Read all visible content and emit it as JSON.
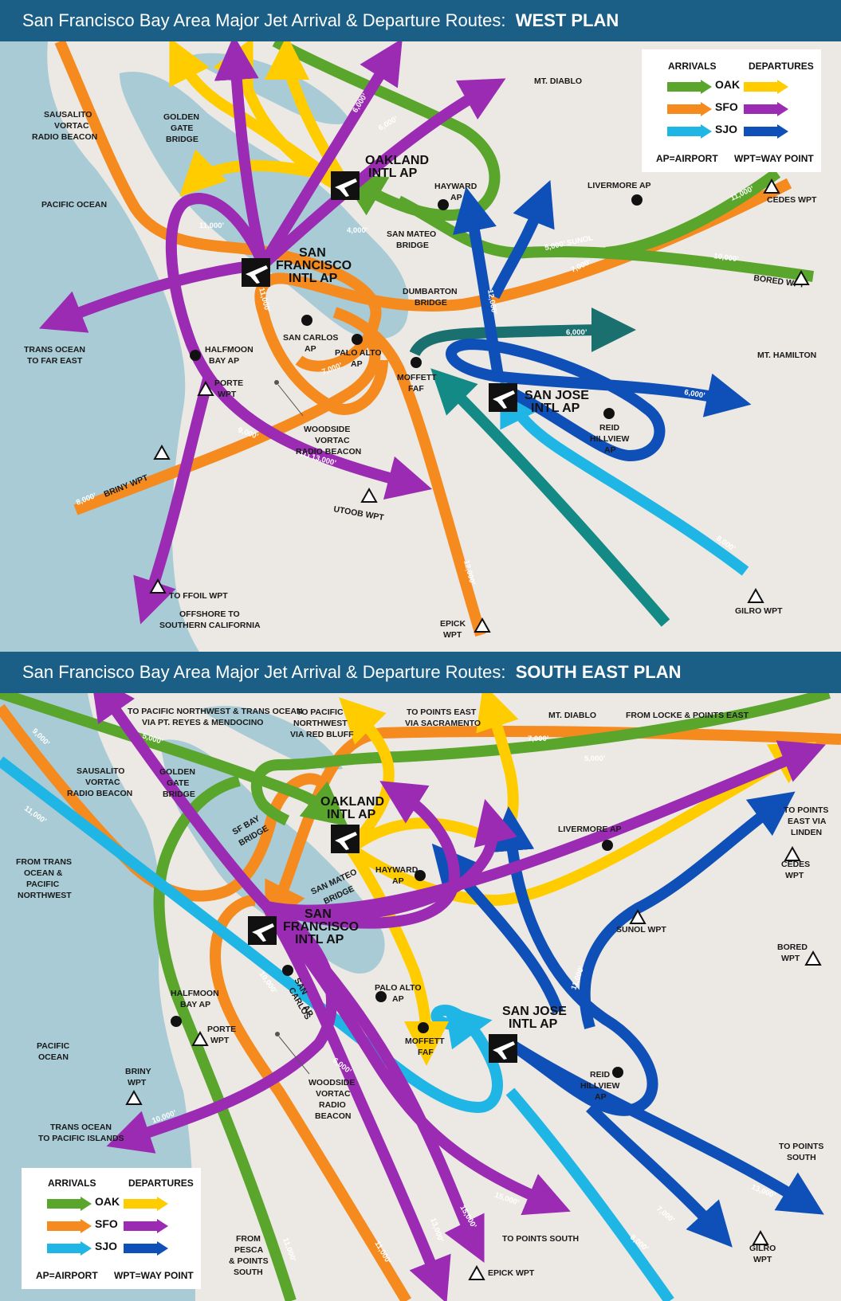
{
  "colors": {
    "oak_arrival": "#5aa52c",
    "oak_departure": "#ffcc00",
    "sfo_arrival": "#f58a1f",
    "sfo_departure": "#9b2bb3",
    "sjo_arrival": "#1fb6e6",
    "sjo_departure": "#0f4fb8",
    "teal": "#138a86",
    "dark_teal": "#1a6f6f",
    "land": "#ece9e4",
    "water": "#a8cbd6",
    "title_bar": "#1b5f86"
  },
  "west": {
    "title_prefix": "San Francisco Bay Area Major Jet Arrival & Departure Routes:",
    "title_plan": "WEST PLAN",
    "legend": {
      "arrivals": "ARRIVALS",
      "departures": "DEPARTURES",
      "rows": [
        "OAK",
        "SFO",
        "SJO"
      ],
      "ap_note": "AP=AIRPORT",
      "wpt_note": "WPT=WAY POINT"
    },
    "labels": {
      "mt_diablo": "MT. DIABLO",
      "sausalito_1": "SAUSALITO",
      "sausalito_2": "VORTAC",
      "sausalito_3": "RADIO BEACON",
      "golden_1": "GOLDEN",
      "golden_2": "GATE",
      "golden_3": "BRIDGE",
      "pacific": "PACIFIC OCEAN",
      "oakland_1": "OAKLAND",
      "oakland_2": "INTL AP",
      "hayward_1": "HAYWARD",
      "hayward_2": "AP",
      "livermore": "LIVERMORE AP",
      "cedes": "CEDES WPT",
      "san_mateo_1": "SAN MATEO",
      "san_mateo_2": "BRIDGE",
      "sfo_1": "SAN",
      "sfo_2": "FRANCISCO",
      "sfo_3": "INTL AP",
      "dumbarton_1": "DUMBARTON",
      "dumbarton_2": "BRIDGE",
      "bored": "BORED WPT",
      "trans_ocean_1": "TRANS OCEAN",
      "trans_ocean_2": "TO FAR EAST",
      "san_carlos_1": "SAN CARLOS",
      "san_carlos_2": "AP",
      "palo_alto_1": "PALO ALTO",
      "palo_alto_2": "AP",
      "halfmoon_1": "HALFMOON",
      "halfmoon_2": "BAY AP",
      "mt_hamilton": "MT. HAMILTON",
      "moffett_1": "MOFFETT",
      "moffett_2": "FAF",
      "porte_1": "PORTE",
      "porte_2": "WPT",
      "sjc_1": "SAN JOSE",
      "sjc_2": "INTL AP",
      "reid_1": "REID",
      "reid_2": "HILLVIEW",
      "reid_3": "AP",
      "woodside_1": "WOODSIDE",
      "woodside_2": "VORTAC",
      "woodside_3": "RADIO BEACON",
      "briny": "BRINY WPT",
      "utoob": "UTOOB WPT",
      "ffoil": "TO FFOIL WPT",
      "offshore_1": "OFFSHORE TO",
      "offshore_2": "SOUTHERN CALIFORNIA",
      "epick_1": "EPICK",
      "epick_2": "WPT",
      "gilro": "GILRO WPT"
    },
    "altitudes": {
      "a6000_1": "6,000’",
      "a6000_2": "6,000’",
      "a11000_sfo": "11,000’",
      "a4000": "4,000’",
      "a11000_cedes": "11,000’",
      "a5000_sunol": "5,000’ SUNOL",
      "a10000_bored": "10,000’",
      "a7000_ne": "7,000’",
      "a11000_s": "11,000’",
      "a12000_sj": "12,000’",
      "a6000_dt": "6,000’",
      "a6000_sj": "6,000’",
      "a7000_sfo": "7,000’",
      "a9000": "9,000’",
      "a13000": "TO 13,000’",
      "a8000_briny": "8,000’",
      "a8000_gilro": "8,000’",
      "a12000_epick": "12,000’"
    }
  },
  "southeast": {
    "title_prefix": "San Francisco Bay Area Major Jet Arrival & Departure Routes:",
    "title_plan": "SOUTH EAST PLAN",
    "legend": {
      "arrivals": "ARRIVALS",
      "departures": "DEPARTURES",
      "rows": [
        "OAK",
        "SFO",
        "SJO"
      ],
      "ap_note": "AP=AIRPORT",
      "wpt_note": "WPT=WAY POINT"
    },
    "labels": {
      "pnw_1": "TO PACIFIC NORTHWEST & TRANS OCEAN",
      "pnw_2": "VIA PT. REYES & MENDOCINO",
      "redbluff_1": "TO PACIFIC",
      "redbluff_2": "NORTHWEST",
      "redbluff_3": "VIA RED BLUFF",
      "east_1": "TO POINTS EAST",
      "east_2": "VIA SACRAMENTO",
      "mt_diablo": "MT. DIABLO",
      "locke": "FROM LOCKE & POINTS EAST",
      "sausalito_1": "SAUSALITO",
      "sausalito_2": "VORTAC",
      "sausalito_3": "RADIO BEACON",
      "golden_1": "GOLDEN",
      "golden_2": "GATE",
      "golden_3": "BRIDGE",
      "oakland_1": "OAKLAND",
      "oakland_2": "INTL AP",
      "sfbay_1": "SF BAY",
      "sfbay_2": "BRIDGE",
      "linden_1": "TO POINTS",
      "linden_2": "EAST VIA",
      "linden_3": "LINDEN",
      "livermore": "LIVERMORE AP",
      "from_trans_1": "FROM TRANS",
      "from_trans_2": "OCEAN &",
      "from_trans_3": "PACIFIC",
      "from_trans_4": "NORTHWEST",
      "cedes_1": "CEDES",
      "cedes_2": "WPT",
      "hayward_1": "HAYWARD",
      "hayward_2": "AP",
      "san_mateo_1": "SAN MATEO",
      "san_mateo_2": "BRIDGE",
      "sfo_1": "SAN",
      "sfo_2": "FRANCISCO",
      "sfo_3": "INTL AP",
      "sunol": "SUNOL WPT",
      "bored_1": "BORED",
      "bored_2": "WPT",
      "halfmoon_1": "HALFMOON",
      "halfmoon_2": "BAY AP",
      "san_carlos_1": "SAN",
      "san_carlos_2": "CARLOS",
      "san_carlos_3": "AP",
      "palo_alto_1": "PALO ALTO",
      "palo_alto_2": "AP",
      "sjc_1": "SAN JOSE",
      "sjc_2": "INTL AP",
      "pacific_1": "PACIFIC",
      "pacific_2": "OCEAN",
      "porte_1": "PORTE",
      "porte_2": "WPT",
      "moffett_1": "MOFFETT",
      "moffett_2": "FAF",
      "reid_1": "REID",
      "reid_2": "HILLVIEW",
      "reid_3": "AP",
      "briny_1": "BRINY",
      "briny_2": "WPT",
      "woodside_1": "WOODSIDE",
      "woodside_2": "VORTAC",
      "woodside_3": "RADIO",
      "woodside_4": "BEACON",
      "trans_islands_1": "TRANS OCEAN",
      "trans_islands_2": "TO PACIFIC ISLANDS",
      "south_1": "TO POINTS",
      "south_2": "SOUTH",
      "south_mid": "TO POINTS SOUTH",
      "pesca_1": "FROM",
      "pesca_2": "PESCA",
      "pesca_3": "& POINTS",
      "pesca_4": "SOUTH",
      "gilro_1": "GILRO",
      "gilro_2": "WPT",
      "epick": "EPICK WPT"
    },
    "altitudes": {
      "a9000": "9,000’",
      "a5000_nw": "5,000’",
      "a7000": "7,000’",
      "a5000": "5,000’",
      "a11000_w": "11,000’",
      "a11000_sj": "11,000’",
      "a10000_sfo": "10,000’",
      "a6000": "6,000’",
      "a10000_tp": "10,000’",
      "a15000": "15,000’",
      "a15000_b": "15,000’",
      "a13000_sj": "13,000’",
      "a7000_sj": "7,000’",
      "a13000": "13,000’",
      "a11000_s": "11,000’",
      "a11000_pesca": "11,000’",
      "a8000": "8,000’"
    }
  }
}
